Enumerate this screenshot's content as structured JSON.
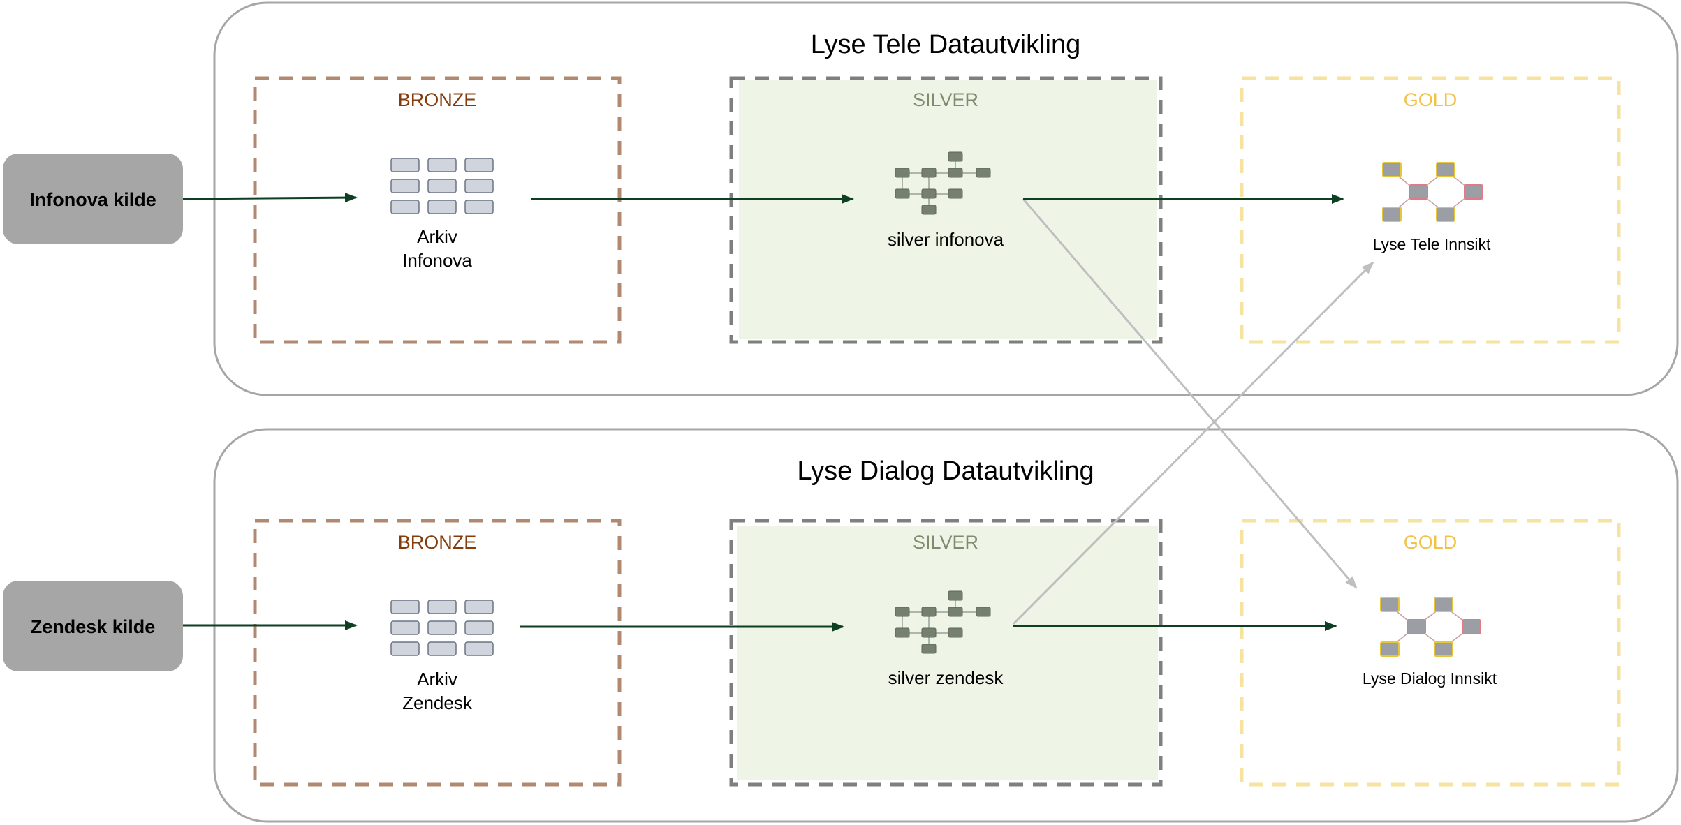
{
  "colors": {
    "bronze": "#b08970",
    "bronze_text": "#843c0c",
    "silver": "#7f7f7f",
    "silver_fill": "#eff5e6",
    "silver_text": "#7f8c6f",
    "gold": "#f7e3a0",
    "gold_text": "#f2c246",
    "source_fill": "#a6a6a6",
    "arrow_dark": "#0e3f22",
    "arrow_light": "#bfbfbf",
    "domain_border": "#a6a6a6"
  },
  "sources": [
    {
      "label": "Infonova kilde"
    },
    {
      "label": "Zendesk kilde"
    }
  ],
  "domains": [
    {
      "title": "Lyse Tele Datautvikling",
      "bronze": {
        "stage": "BRONZE",
        "node_line1": "Arkiv",
        "node_line2": "Infonova",
        "icon": "table-icon"
      },
      "silver": {
        "stage": "SILVER",
        "node": "silver infonova",
        "icon": "network-icon"
      },
      "gold": {
        "stage": "GOLD",
        "node": "Lyse Tele Innsikt",
        "icon": "graph-icon"
      }
    },
    {
      "title": "Lyse Dialog Datautvikling",
      "bronze": {
        "stage": "BRONZE",
        "node_line1": "Arkiv",
        "node_line2": "Zendesk",
        "icon": "table-icon"
      },
      "silver": {
        "stage": "SILVER",
        "node": "silver zendesk",
        "icon": "network-icon"
      },
      "gold": {
        "stage": "GOLD",
        "node": "Lyse Dialog Innsikt",
        "icon": "graph-icon"
      }
    }
  ]
}
